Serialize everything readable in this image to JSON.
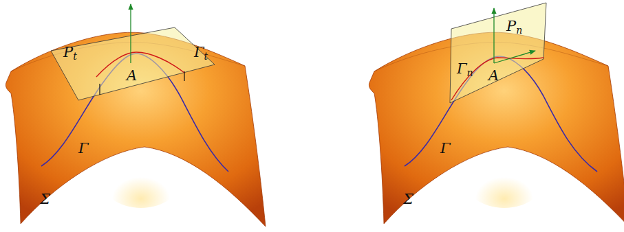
{
  "diagram": {
    "labels": [
      "Pt",
      "Γt",
      "A",
      "Γ",
      "Σ",
      "Γn",
      "Pn",
      "A",
      "Γ",
      "Σ"
    ]
  }
}
